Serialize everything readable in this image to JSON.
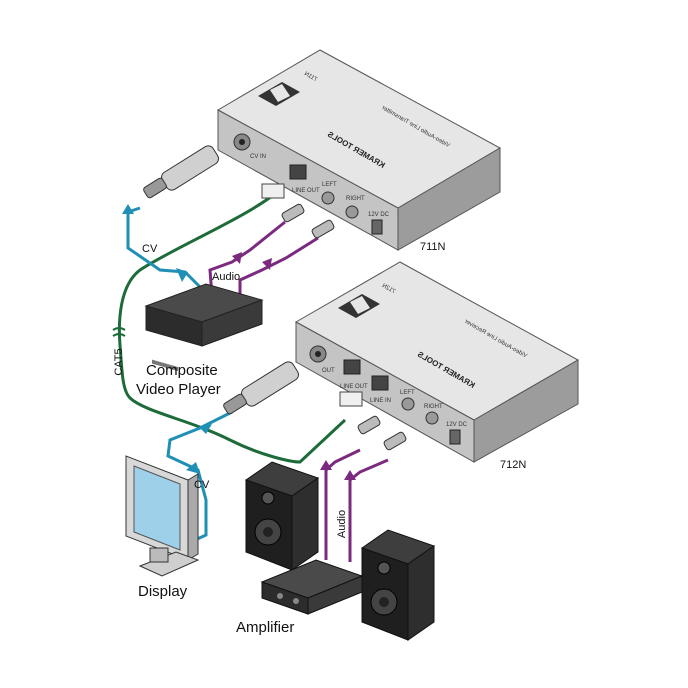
{
  "devices": {
    "transmitter": {
      "model": "711N",
      "port_in": "CV IN",
      "port_line_out": "LINE OUT",
      "port_left": "LEFT",
      "port_right": "RIGHT",
      "power": "12V DC",
      "brand_text": "KRAMER TOOLS",
      "subtitle": "Video-Audio Line Transmitter"
    },
    "receiver": {
      "model": "712N",
      "port_out": "OUT",
      "port_line_out": "LINE OUT",
      "port_line_in": "LINE IN",
      "port_left": "LEFT",
      "port_right": "RIGHT",
      "power": "12V DC",
      "brand_text": "KRAMER TOOLS",
      "subtitle": "Video-Audio Line Receiver"
    }
  },
  "labels": {
    "composite_player_line1": "Composite",
    "composite_player_line2": "Video Player",
    "display": "Display",
    "amplifier": "Amplifier",
    "cv_top": "CV",
    "cv_bottom": "CV",
    "audio_top": "Audio",
    "audio_bottom": "Audio",
    "cat5": "CAT5"
  },
  "colors": {
    "video_cable": "#1f8fb5",
    "audio_cable": "#7b2a7f",
    "cat5_cable": "#1e6b3a",
    "device_top": "#e6e6e6",
    "device_front": "#c4c4c4",
    "device_side": "#9c9c9c"
  }
}
